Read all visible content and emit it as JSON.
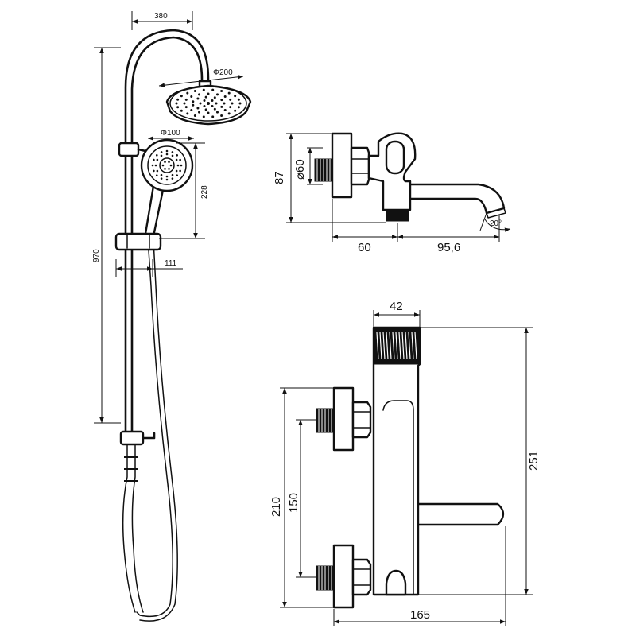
{
  "shower_set": {
    "arm_width": "380",
    "head_diameter": "Φ200",
    "hand_shower_diameter": "Φ100",
    "hand_height": "228",
    "total_height": "970",
    "bracket_offset": "111"
  },
  "side_view": {
    "height": "87",
    "flange_diameter": "⌀60",
    "body_depth": "60",
    "spout_reach": "95,6",
    "spout_angle": "20°"
  },
  "front_view": {
    "handle_width": "42",
    "total_height": "251",
    "outer_height": "210",
    "center_distance": "150",
    "total_width": "165"
  }
}
